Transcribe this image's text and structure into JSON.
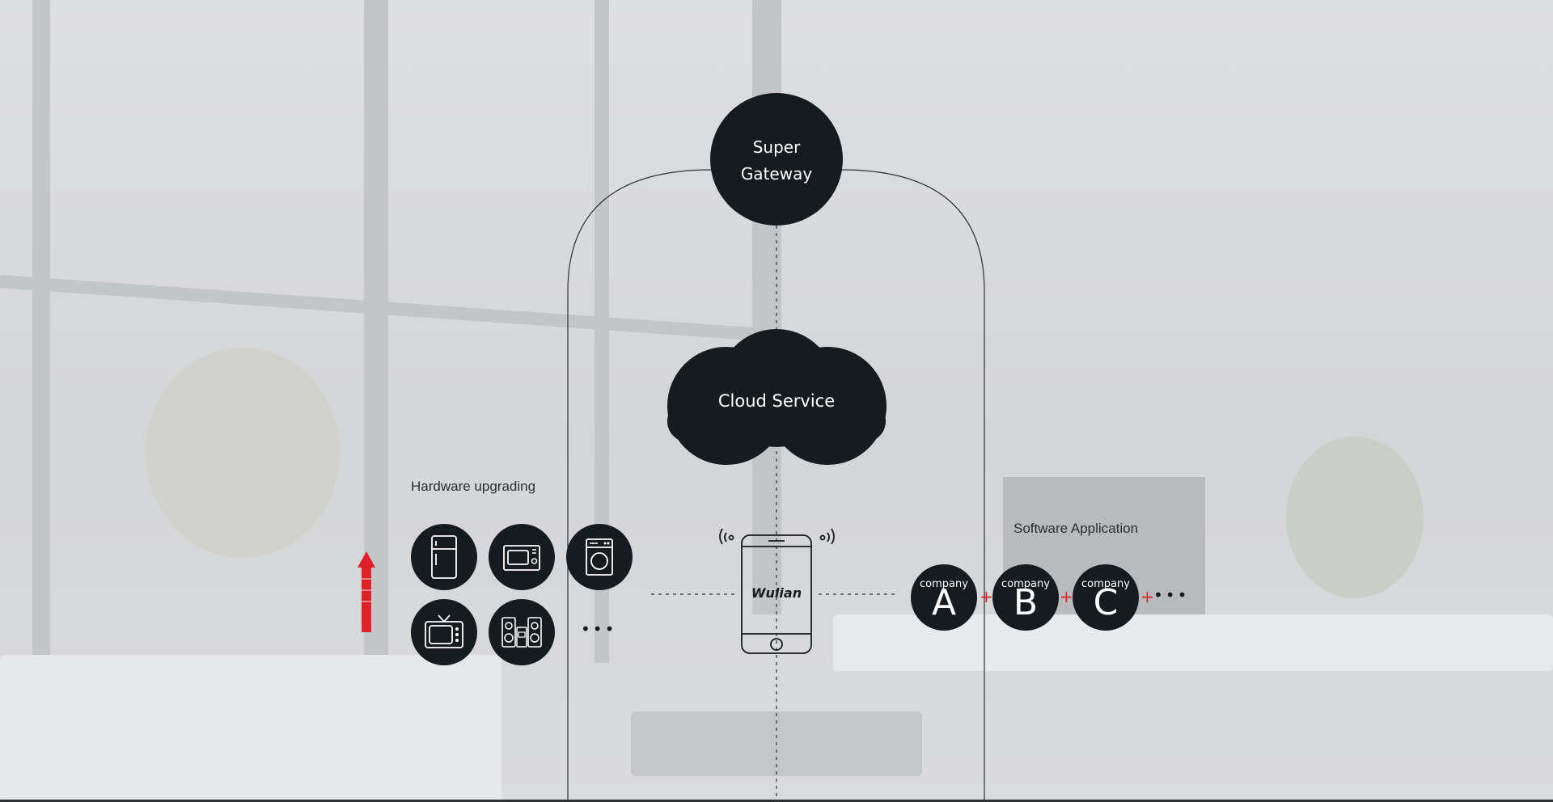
{
  "diagram": {
    "top_node": {
      "line1": "Super",
      "line2": "Gateway"
    },
    "cloud_node": {
      "label": "Cloud Service"
    },
    "device": {
      "brand": "Wulian"
    },
    "hardware": {
      "title": "Hardware upgrading",
      "appliances": [
        "refrigerator-icon",
        "microwave-icon",
        "washing-machine-icon",
        "television-icon",
        "stereo-icon"
      ],
      "more": "•••"
    },
    "software": {
      "title": "Software Application",
      "companies": [
        {
          "caption": "company",
          "letter": "A"
        },
        {
          "caption": "company",
          "letter": "B"
        },
        {
          "caption": "company",
          "letter": "C"
        }
      ],
      "separator": "+",
      "more": "•••"
    },
    "colors": {
      "node": "#161b20",
      "accent": "#e0202b",
      "line": "#2d3236"
    }
  }
}
